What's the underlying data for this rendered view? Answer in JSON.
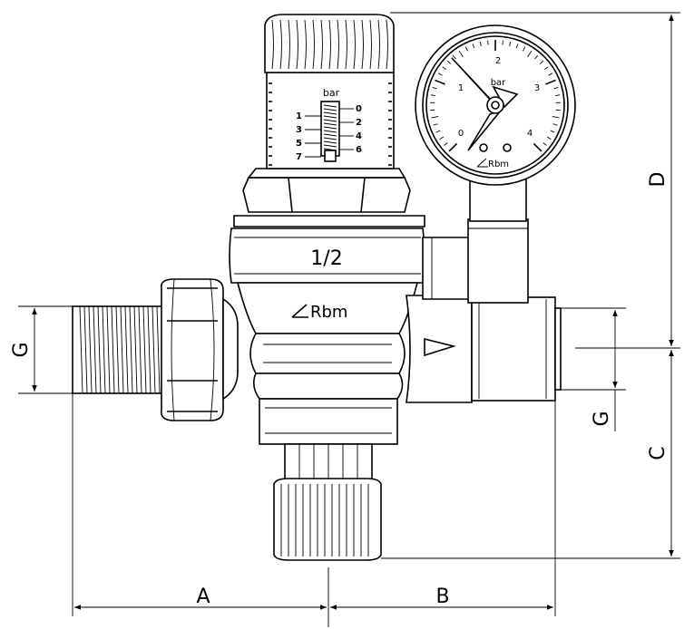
{
  "dimensions": {
    "a": "A",
    "b": "B",
    "c": "C",
    "d": "D",
    "g_left": "G",
    "g_right": "G"
  },
  "regulator": {
    "size_marking": "1/2",
    "brand": "Rbm",
    "scale_unit": "bar",
    "scale_left": [
      "1",
      "3",
      "5",
      "7"
    ],
    "scale_right": [
      "0",
      "2",
      "4",
      "6"
    ]
  },
  "gauge": {
    "unit": "bar",
    "brand": "Rbm",
    "numbers": [
      "0",
      "1",
      "2",
      "3",
      "4"
    ]
  },
  "colors": {
    "line": "#000000",
    "background": "#ffffff"
  }
}
